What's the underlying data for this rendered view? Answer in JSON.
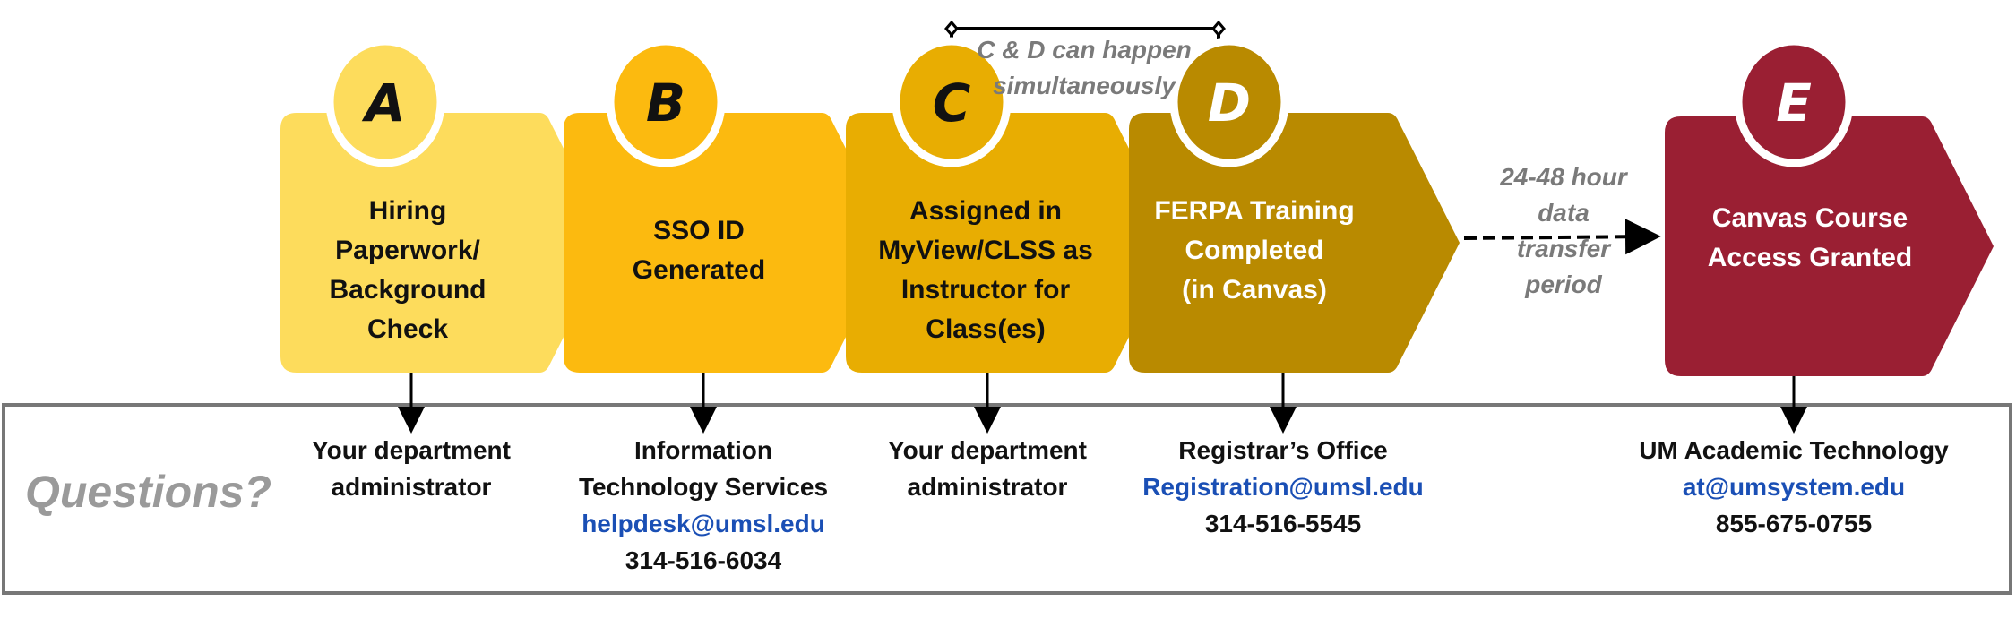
{
  "steps": [
    {
      "letter": "A",
      "text": [
        "Hiring",
        "Paperwork/",
        "Background",
        "Check"
      ],
      "color": "#FDDC5C",
      "text_color": "#111111"
    },
    {
      "letter": "B",
      "text": [
        "SSO ID",
        "Generated"
      ],
      "color": "#FCBA0F",
      "text_color": "#111111"
    },
    {
      "letter": "C",
      "text": [
        "Assigned in",
        "MyView/CLSS as",
        "Instructor for",
        "Class(es)"
      ],
      "color": "#E8AD02",
      "text_color": "#111111"
    },
    {
      "letter": "D",
      "text": [
        "FERPA Training",
        "Completed",
        "(in Canvas)"
      ],
      "color": "#B98A00",
      "text_color": "#FFFFFF"
    },
    {
      "letter": "E",
      "text": [
        "Canvas Course",
        "Access Granted"
      ],
      "color": "#9A1F33",
      "text_color": "#FFFFFF"
    }
  ],
  "bracket_note": [
    "C & D can happen",
    "simultaneously"
  ],
  "transfer_note": [
    "24-48 hour",
    "data",
    "transfer",
    "period"
  ],
  "questions_label": "Questions?",
  "contacts": [
    {
      "name": [
        "Your department",
        "administrator"
      ]
    },
    {
      "name": [
        "Information",
        "Technology Services"
      ],
      "email": "helpdesk@umsl.edu",
      "phone": "314-516-6034"
    },
    {
      "name": [
        "Your department",
        "administrator"
      ]
    },
    {
      "name": [
        "Registrar’s Office"
      ],
      "email": "Registration@umsl.edu",
      "phone": "314-516-5545"
    },
    {
      "name": [
        "UM Academic Technology"
      ],
      "email": "at@umsystem.edu",
      "phone": "855-675-0755"
    }
  ]
}
